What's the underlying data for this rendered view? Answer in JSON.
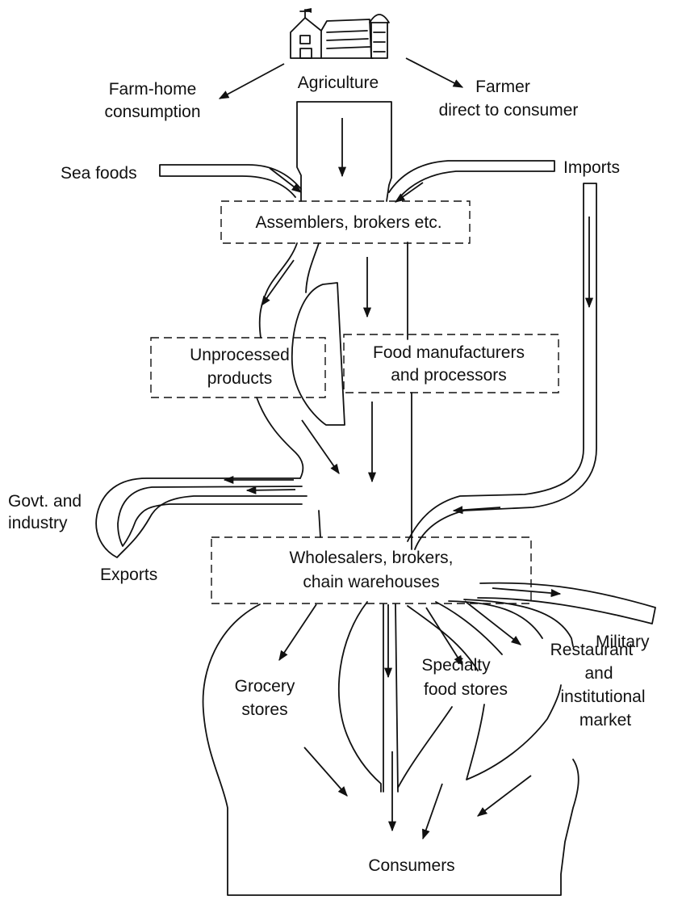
{
  "source": {
    "agriculture": "Agriculture",
    "farm_home_line1": "Farm-home",
    "farm_home_line2": "consumption",
    "direct_line1": "Farmer",
    "direct_line2": "direct to consumer",
    "sea_foods": "Sea foods",
    "imports": "Imports"
  },
  "stages": {
    "assemblers": "Assemblers, brokers etc.",
    "unprocessed_line1": "Unprocessed",
    "unprocessed_line2": "products",
    "manufacturers_line1": "Food manufacturers",
    "manufacturers_line2": "and processors",
    "wholesalers_line1": "Wholesalers, brokers,",
    "wholesalers_line2": "chain warehouses"
  },
  "outflows": {
    "govt_line1": "Govt. and",
    "govt_line2": "industry",
    "exports": "Exports",
    "military": "Military"
  },
  "retail": {
    "grocery_line1": "Grocery",
    "grocery_line2": "stores",
    "specialty_line1": "Specialty",
    "specialty_line2": "food stores",
    "restaurant_line1": "Restaurant",
    "restaurant_line2": "and",
    "restaurant_line3": "institutional",
    "restaurant_line4": "market"
  },
  "sink": {
    "consumers": "Consumers"
  }
}
